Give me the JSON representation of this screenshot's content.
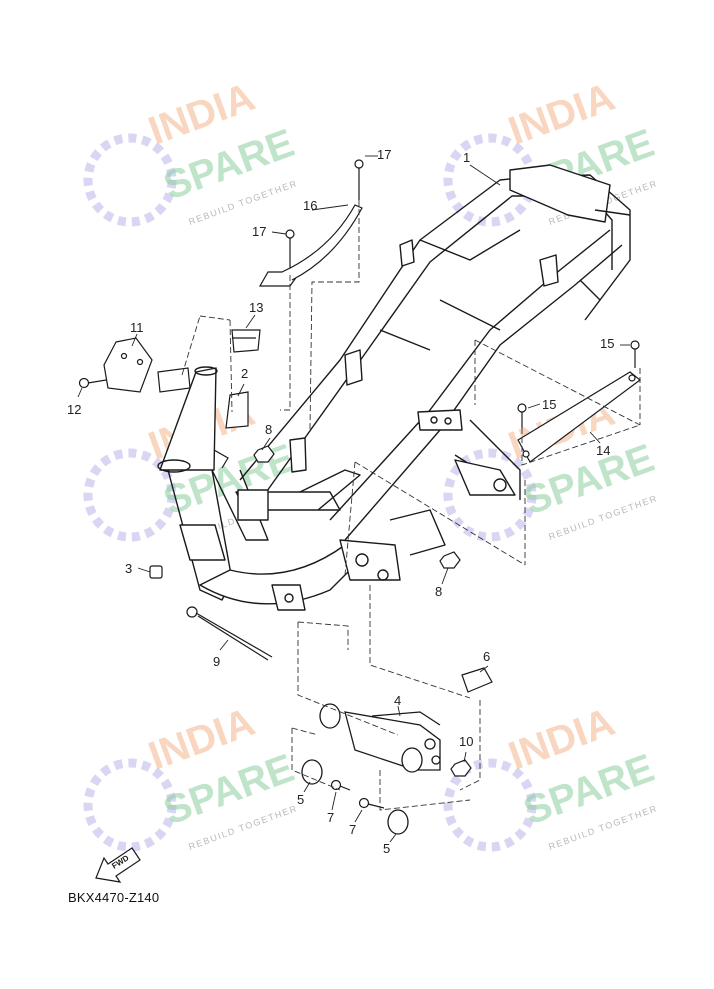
{
  "watermark": {
    "line1": "INDIA",
    "line2": "SPARE",
    "tagline": "REBUILD TOGETHER",
    "colors": {
      "line1": "#f3b58c",
      "line2": "#8ccf9e",
      "icon": "#c8c4ec"
    }
  },
  "callouts": {
    "c1": "1",
    "c2": "2",
    "c3": "3",
    "c4": "4",
    "c5a": "5",
    "c5b": "5",
    "c6": "6",
    "c7a": "7",
    "c7b": "7",
    "c8a": "8",
    "c8b": "8",
    "c9": "9",
    "c10": "10",
    "c11": "11",
    "c12": "12",
    "c13": "13",
    "c14": "14",
    "c15a": "15",
    "c15b": "15",
    "c16": "16",
    "c17a": "17",
    "c17b": "17"
  },
  "fwd_label": "FWD",
  "diagram_code": "BKX4470-Z140"
}
